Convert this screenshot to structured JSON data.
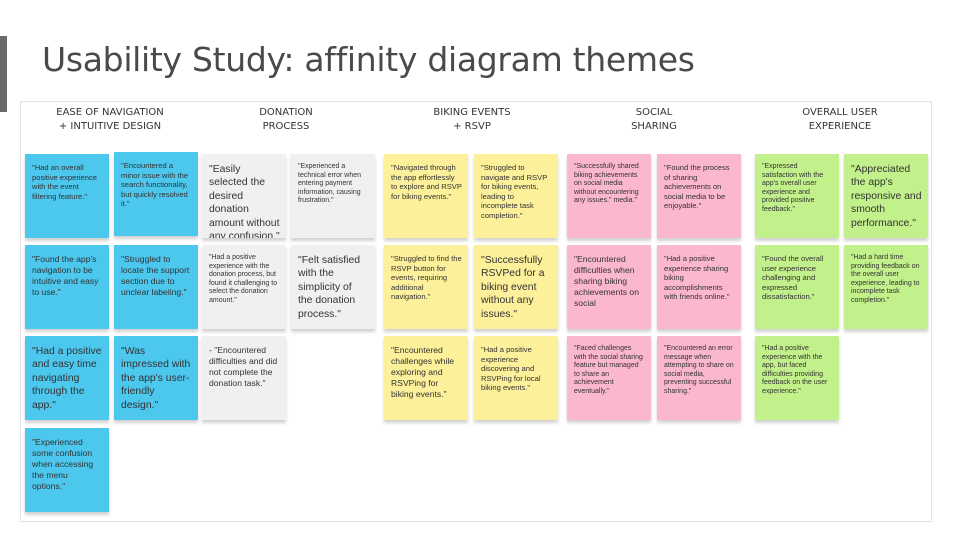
{
  "slide": {
    "title": "Usability Study: affinity diagram themes"
  },
  "columns": [
    {
      "header_line1": "EASE OF NAVIGATION",
      "header_line2": "+ INTUITIVE DESIGN",
      "color": "#4cc7ee",
      "notes": [
        "\"Had an overall positive experience with the event filtering feature.\"",
        "\"Encountered a minor issue with the search functionality, but quickly resolved it.\"",
        "\"Found the app's navigation to be intuitive and easy to use.\"",
        "\"Struggled to locate the support section due to unclear labeling.\"",
        "\"Had a positive and easy time navigating through the app.\"",
        "\"Was impressed with the app's user-friendly design.\"",
        "\"Experienced some confusion when accessing the menu options.\""
      ]
    },
    {
      "header_line1": "DONATION",
      "header_line2": "PROCESS",
      "color": "#f0f0f2",
      "notes": [
        "\"Easily selected the desired donation amount without any confusion.\"",
        "\"Experienced a technical error when entering payment information, causing frustration.\"",
        "\"Had a positive experience with the donation process, but found it challenging to select the donation amount.\"",
        "\"Felt satisfied with the simplicity of the donation process.\"",
        "- \"Encountered difficulties and did not complete the donation task.\""
      ]
    },
    {
      "header_line1": "BIKING EVENTS",
      "header_line2": "+ RSVP",
      "color": "#fcf09a",
      "notes": [
        "\"Navigated through the app effortlessly to explore and RSVP for biking events.\"",
        "\"Struggled to navigate and RSVP for biking events, leading to incomplete task completion.\"",
        "\"Struggled to find the RSVP button for events, requiring additional navigation.\"",
        "\"Successfully RSVPed for a biking event without any issues.\"",
        "\"Encountered challenges while exploring and RSVPing for biking events.\"",
        "\"Had a positive experience discovering and RSVPing for local biking events.\""
      ]
    },
    {
      "header_line1": "SOCIAL",
      "header_line2": "SHARING",
      "color": "#fbb6d0",
      "notes": [
        "\"Successfully shared biking achievements on social media without encountering any issues.\" media.\"",
        "\"Found the process of sharing achievements on social media to be enjoyable.\"",
        "\"Encountered difficulties when sharing biking achievements on social",
        "\"Had a positive experience sharing biking accomplishments with friends online.\"",
        "\"Faced challenges with the social sharing feature but managed to share an achievement eventually.\"",
        "\"Encountered an error message when attempting to share on social media, preventing successful sharing.\""
      ]
    },
    {
      "header_line1": "OVERALL USER",
      "header_line2": "EXPERIENCE",
      "color": "#c2f08a",
      "notes": [
        "\"Expressed satisfaction with the app's overall user experience and provided positive feedback.\"",
        "\"Appreciated the app's responsive and smooth performance.\"",
        "\"Found the overall user experience challenging and expressed dissatisfaction.\"",
        "\"Had a hard time providing feedback on the overall user experience, leading to incomplete task completion.\"",
        "\"Had a positive experience with the app, but faced difficulties providing feedback on the user experience.\""
      ]
    }
  ]
}
